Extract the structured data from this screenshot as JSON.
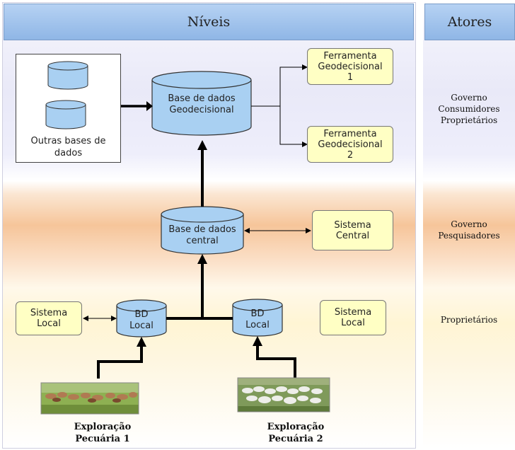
{
  "columns": {
    "levels_title": "Níveis",
    "actors_title": "Atores"
  },
  "nodes": {
    "other_databases": "Outras bases de dados",
    "geo_database": "Base de dados\nGeodecisional",
    "tool_1": "Ferramenta\nGeodecisional\n1",
    "tool_2": "Ferramenta\nGeodecisional\n2",
    "central_database": "Base de dados\ncentral",
    "central_system": "Sistema\nCentral",
    "local_system_1": "Sistema\nLocal",
    "local_db_1": "BD\nLocal",
    "local_db_2": "BD\nLocal",
    "local_system_2": "Sistema\nLocal"
  },
  "farms": {
    "farm_1": "Exploração\nPecuária 1",
    "farm_2": "Exploração\nPecuária 2"
  },
  "actors": {
    "top": "Governo\nConsumidores\nProprietários",
    "middle": "Governo\nPesquisadores",
    "bottom": "Proprietários"
  },
  "colors": {
    "database_fill": "#a9d0f2",
    "tool_fill": "#ffffc4",
    "header_fill": "#9fc2ec"
  }
}
